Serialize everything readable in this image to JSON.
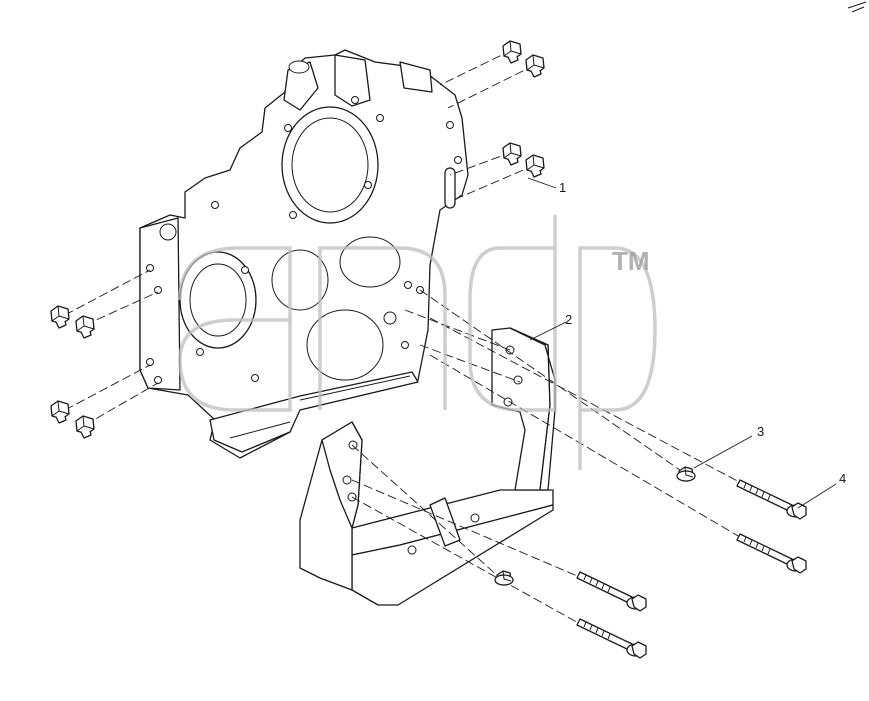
{
  "callouts": [
    {
      "label": "1"
    },
    {
      "label": "2"
    },
    {
      "label": "3"
    },
    {
      "label": "4"
    }
  ],
  "watermark": {
    "text": "TM"
  },
  "colors": {
    "line": "#1a1a1a",
    "watermark": "#bdbdbd",
    "background": "#ffffff"
  }
}
